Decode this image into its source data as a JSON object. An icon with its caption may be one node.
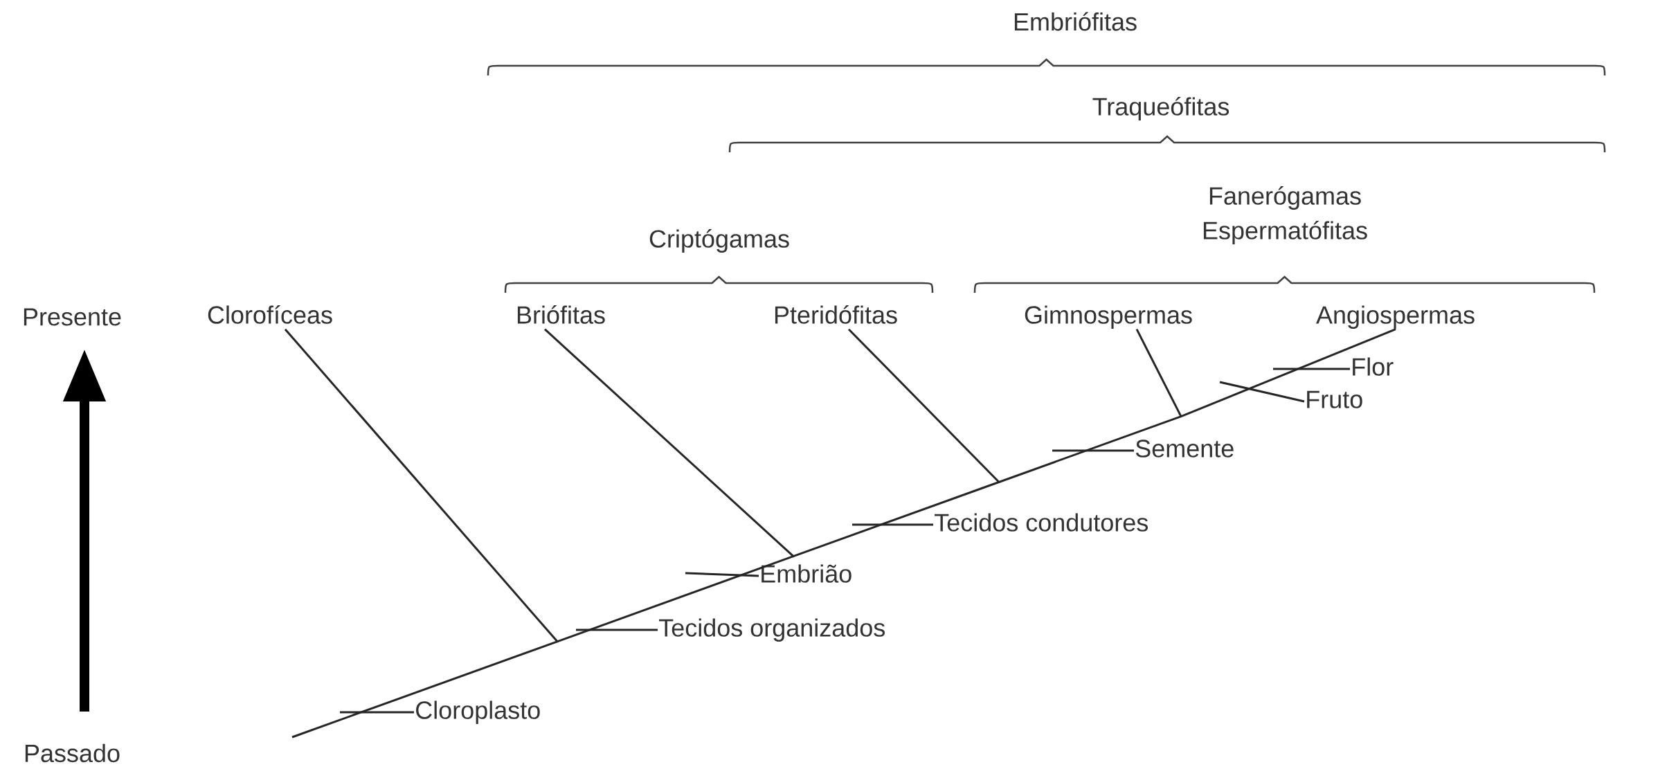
{
  "diagram": {
    "nodes": [
      {
        "text": [
          "Clorofíceas"
        ]
      },
      {
        "text": [
          "Briófitas"
        ]
      },
      {
        "text": [
          "Pteridófitas"
        ]
      },
      {
        "text": [
          "Gimnospermas"
        ]
      },
      {
        "text": [
          "Angiospermas"
        ]
      },
      {
        "text": [
          "Cloroplasto"
        ]
      },
      {
        "text": [
          "Tecidos organizados"
        ]
      },
      {
        "text": [
          "Embrião"
        ]
      },
      {
        "text": [
          "Tecidos condutores"
        ]
      },
      {
        "text": [
          "Semente"
        ]
      },
      {
        "text": [
          "Flor"
        ]
      },
      {
        "text": [
          "Fruto"
        ]
      },
      {
        "text": [],
        "shape": "point"
      },
      {
        "text": [],
        "shape": "point"
      },
      {
        "text": [],
        "shape": "point"
      },
      {
        "text": [],
        "shape": "point"
      }
    ],
    "edges": [
      {
        "from": 12,
        "to": 0,
        "arrow": "none"
      },
      {
        "from": 13,
        "to": 1,
        "arrow": "none"
      },
      {
        "from": 14,
        "to": 2,
        "arrow": "none"
      },
      {
        "from": 15,
        "to": 3,
        "arrow": "none"
      },
      {
        "from": null,
        "to": 12,
        "arrow": "none"
      },
      {
        "from": 12,
        "to": 13,
        "arrow": "none"
      },
      {
        "from": 13,
        "to": 14,
        "arrow": "none"
      },
      {
        "from": 14,
        "to": 15,
        "arrow": "none"
      },
      {
        "from": 15,
        "to": 4,
        "arrow": "none"
      },
      {
        "from": 5,
        "to": null,
        "arrow": "none"
      },
      {
        "from": 6,
        "to": null,
        "arrow": "none"
      },
      {
        "from": 7,
        "to": null,
        "arrow": "none"
      },
      {
        "from": 8,
        "to": null,
        "arrow": "none"
      },
      {
        "from": 9,
        "to": null,
        "arrow": "none"
      },
      {
        "from": 10,
        "to": null,
        "arrow": "none"
      },
      {
        "from": 11,
        "to": null,
        "arrow": "none"
      }
    ],
    "labels": [
      "Embriófitas",
      "Traqueófitas",
      "Fanerógamas",
      "Espermatófitas",
      "Criptógamas",
      "Presente",
      "Passado"
    ]
  }
}
